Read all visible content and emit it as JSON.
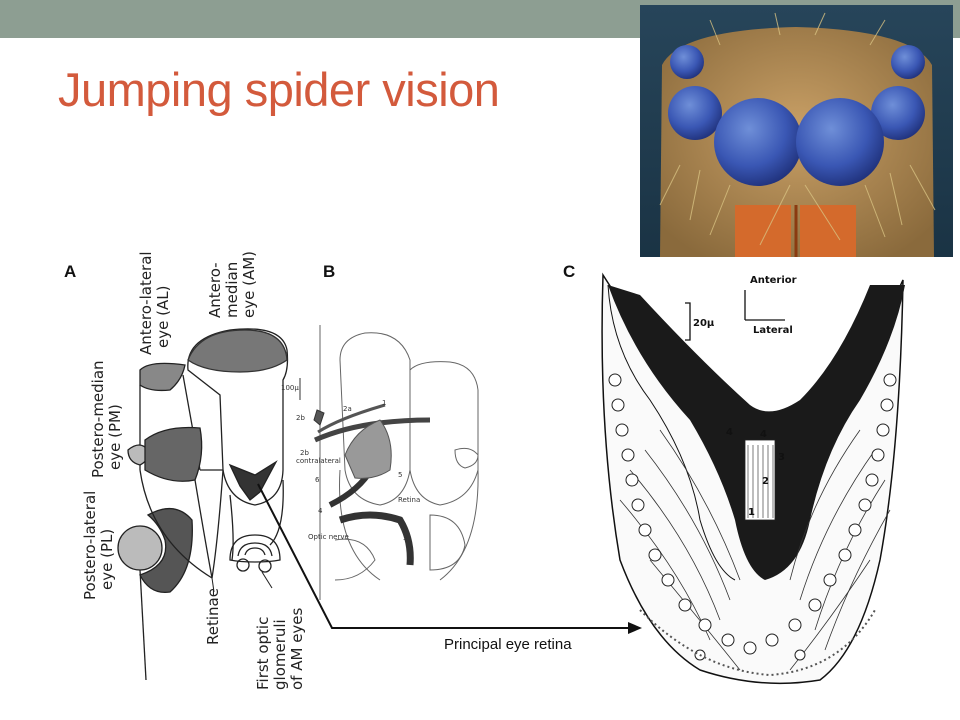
{
  "slide": {
    "title": "Jumping spider vision",
    "accent_color": "#d35a3c",
    "bar_color": "#8d9e92"
  },
  "panels": {
    "a": {
      "letter": "A",
      "labels": {
        "antero_lateral": [
          "Antero-lateral",
          "eye (AL)"
        ],
        "antero_median": [
          "Antero-",
          "median",
          "eye (AM)"
        ],
        "postero_median": [
          "Postero-median",
          "eye (PM)"
        ],
        "postero_lateral": [
          "Postero-lateral",
          "eye (PL)"
        ],
        "retinae": "Retinae",
        "glomeruli": [
          "First optic",
          "glomeruli",
          "of AM eyes"
        ]
      }
    },
    "b": {
      "letter": "B",
      "labels": {
        "scale": "100μ",
        "l2a": "2a",
        "l1": "1",
        "l2b": "2b",
        "l2b_contralateral": [
          "2b",
          "contralateral"
        ],
        "l6": "6",
        "l5": "5",
        "retina": "Retina",
        "l4": "4",
        "optic_nerve": "Optic nerve",
        "l3": "3"
      }
    },
    "c": {
      "letter": "C",
      "labels": {
        "anterior": "Anterior",
        "lateral": "Lateral",
        "scale": "20μ",
        "layer4_left": "4",
        "layer4_right": "4",
        "layer3": "3",
        "layer2": "2",
        "layer1": "1"
      }
    }
  },
  "callout": {
    "label": "Principal eye retina"
  }
}
